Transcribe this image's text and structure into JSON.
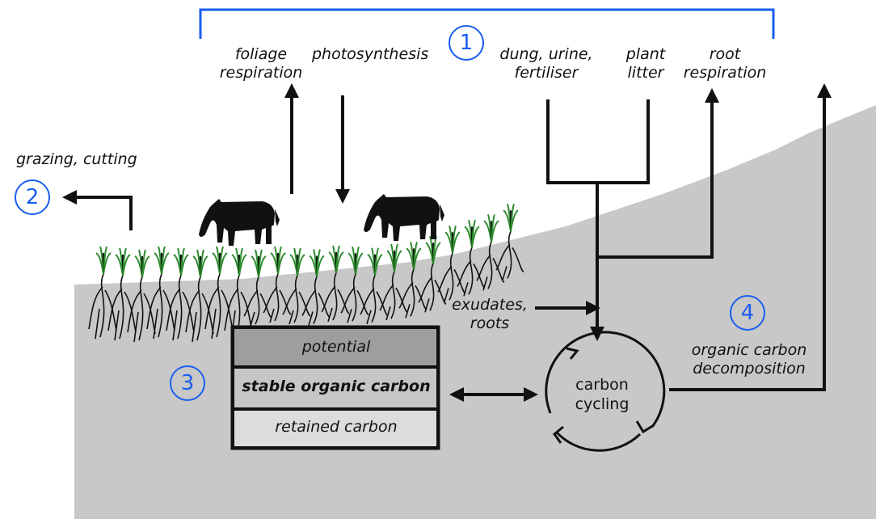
{
  "labels": {
    "foliage_respiration": [
      "foliage",
      "respiration"
    ],
    "photosynthesis": "photosynthesis",
    "dung_urine_fertiliser": [
      "dung, urine,",
      "fertiliser"
    ],
    "plant_litter": [
      "plant",
      "litter"
    ],
    "root_respiration": [
      "root",
      "respiration"
    ],
    "grazing_cutting": "grazing, cutting",
    "exudates_roots": [
      "exudates,",
      "roots"
    ],
    "organic_carbon_decomposition": [
      "organic carbon",
      "decomposition"
    ]
  },
  "numbers": {
    "n1": "1",
    "n2": "2",
    "n3": "3",
    "n4": "4"
  },
  "carbon_box": {
    "potential": "potential",
    "stable": "stable organic carbon",
    "retained": "retained carbon"
  },
  "cycle": [
    "carbon",
    "cycling"
  ],
  "colors": {
    "accent_blue": "#1a5ef0",
    "soil_grey": "#c8c8c8",
    "box_top": "#9e9e9e",
    "box_mid": "#c6c6c6",
    "box_bottom": "#dcdcdc",
    "grass_green": "#2e8b2e"
  }
}
